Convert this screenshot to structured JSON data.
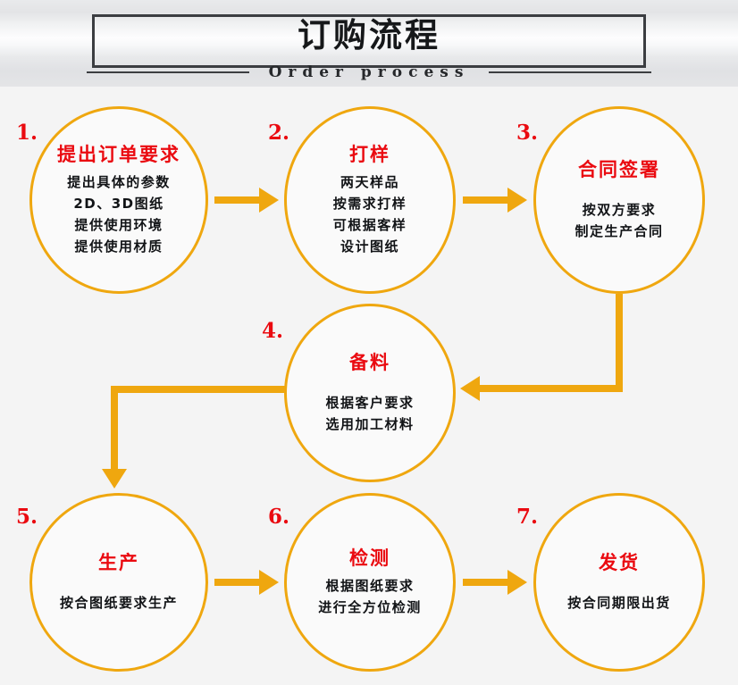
{
  "header": {
    "title": "订购流程",
    "subtitle": "Order process"
  },
  "colors": {
    "accent": "#efa70f",
    "title_red": "#ea0a10",
    "body_text": "#111316",
    "frame": "#3b3d41",
    "page_bg": "#f4f4f4"
  },
  "steps": [
    {
      "index": "1.",
      "title": "提出订单要求",
      "lines": [
        "提出具体的参数",
        "2D、3D图纸",
        "提供使用环境",
        "提供使用材质"
      ]
    },
    {
      "index": "2.",
      "title": "打样",
      "lines": [
        "两天样品",
        "按需求打样",
        "可根据客样",
        "设计图纸"
      ]
    },
    {
      "index": "3.",
      "title": "合同签署",
      "lines": [
        "按双方要求",
        "制定生产合同"
      ]
    },
    {
      "index": "4.",
      "title": "备料",
      "lines": [
        "根据客户要求",
        "选用加工材料"
      ]
    },
    {
      "index": "5.",
      "title": "生产",
      "lines": [
        "按合图纸要求生产"
      ]
    },
    {
      "index": "6.",
      "title": "检测",
      "lines": [
        "根据图纸要求",
        "进行全方位检测"
      ]
    },
    {
      "index": "7.",
      "title": "发货",
      "lines": [
        "按合同期限出货"
      ]
    }
  ],
  "connectors": [
    {
      "name": "arrow-step1-to-step2",
      "direction": "right"
    },
    {
      "name": "arrow-step2-to-step3",
      "direction": "right"
    },
    {
      "name": "elbow-step3-to-step4",
      "direction": "down-left"
    },
    {
      "name": "elbow-step4-to-step5",
      "direction": "left-down"
    },
    {
      "name": "arrow-step5-to-step6",
      "direction": "right"
    },
    {
      "name": "arrow-step6-to-step7",
      "direction": "right"
    }
  ]
}
